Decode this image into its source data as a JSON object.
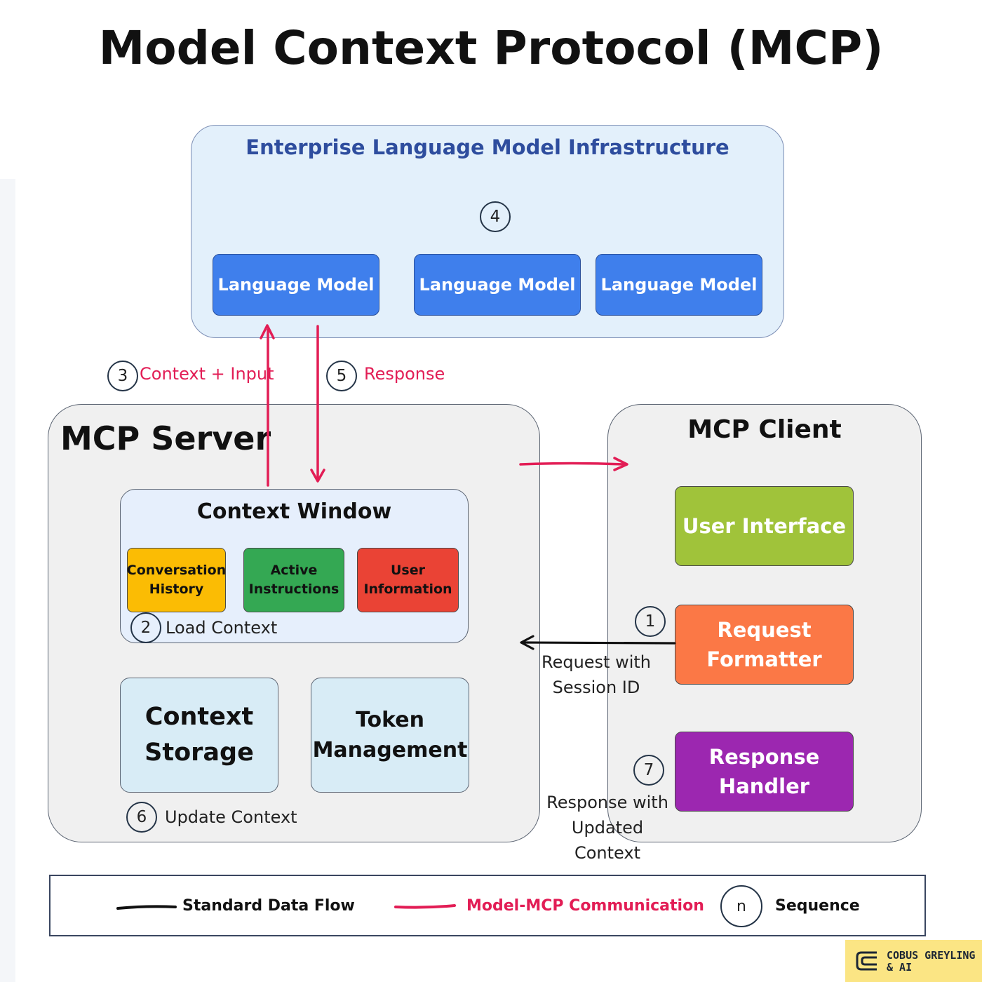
{
  "title": "Model Context Protocol (MCP)",
  "infrastructure": {
    "title": "Enterprise Language Model Infrastructure",
    "step": "4",
    "models": [
      "Language Model",
      "Language Model",
      "Language Model"
    ]
  },
  "server": {
    "title": "MCP Server",
    "context_window": {
      "title": "Context Window",
      "items": [
        {
          "label": "Conversation History",
          "color": "#fbbc04"
        },
        {
          "label": "Active Instructions",
          "color": "#34a853"
        },
        {
          "label": "User Information",
          "color": "#ea4335"
        }
      ],
      "step": "2",
      "step_label": "Load Context"
    },
    "context_storage": "Context Storage",
    "token_management": "Token Management",
    "update_step": "6",
    "update_label": "Update Context"
  },
  "client": {
    "title": "MCP Client",
    "user_interface": {
      "label": "User Interface",
      "color": "#a0c33a"
    },
    "request_formatter": {
      "label": "Request Formatter",
      "color": "#fb7846",
      "step": "1"
    },
    "response_handler": {
      "label": "Response Handler",
      "color": "#9c27b0",
      "step": "7"
    }
  },
  "flows": {
    "context_input": {
      "step": "3",
      "label": "Context + Input"
    },
    "response": {
      "step": "5",
      "label": "Response"
    },
    "request_note": "Request with Session ID",
    "response_note": "Response with Updated Context"
  },
  "legend": {
    "standard": "Standard Data Flow",
    "model_mcp": "Model-MCP Communication",
    "sequence_symbol": "n",
    "sequence": "Sequence"
  },
  "branding": "COBUS GREYLING & AI",
  "colors": {
    "model_flow": "#e21d55",
    "standard_flow": "#111111",
    "language_model": "#3f7fec",
    "infra_title": "#2e4d9e"
  }
}
